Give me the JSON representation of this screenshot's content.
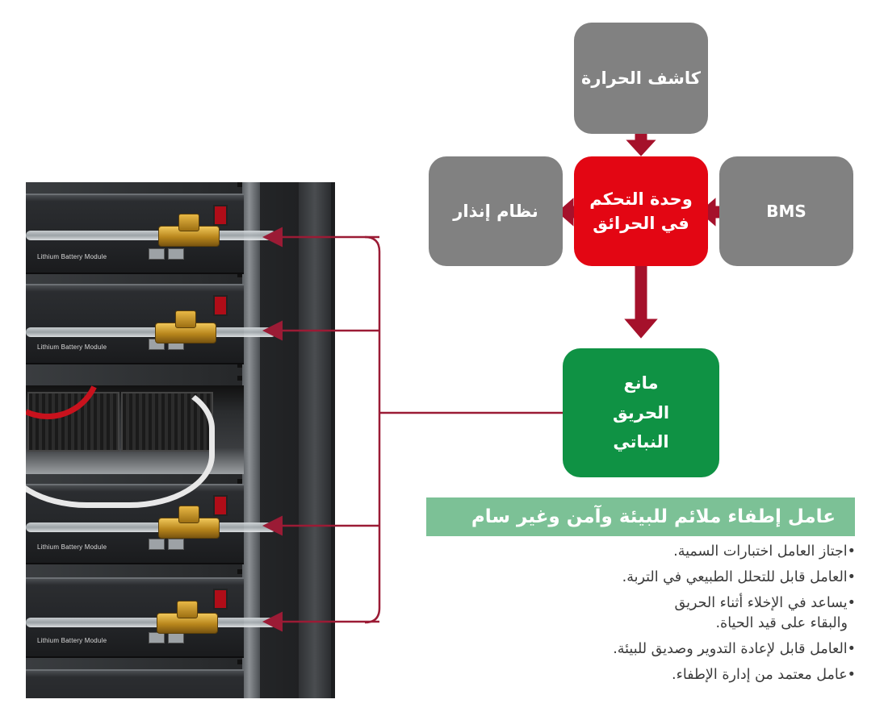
{
  "photo": {
    "module_label": "Lithium Battery Module"
  },
  "diagram": {
    "heat_detector": "كاشف الحرارة",
    "alarm_system": "نظام إنذار",
    "control_unit": "وحدة التحكم\nفي الحرائق",
    "bms": "BMS",
    "agent": "مانع\nالحريق\nالنباتي",
    "colors": {
      "grey": "#818181",
      "red": "#e30613",
      "green": "#0f9244",
      "arrow": "#a5112b",
      "line": "#9b1b35"
    }
  },
  "benefits": {
    "title": "عامل إطفاء ملائم للبيئة وآمن وغير سام",
    "bullet": "•",
    "items": [
      {
        "line1": "اجتاز العامل اختبارات السمية."
      },
      {
        "line1": "العامل قابل للتحلل الطبيعي في التربة."
      },
      {
        "line1": "يساعد في الإخلاء أثناء الحريق",
        "line2": "والبقاء على قيد الحياة."
      },
      {
        "line1": "العامل قابل لإعادة التدوير وصديق للبيئة."
      },
      {
        "line1": "عامل معتمد من إدارة الإطفاء."
      }
    ]
  }
}
